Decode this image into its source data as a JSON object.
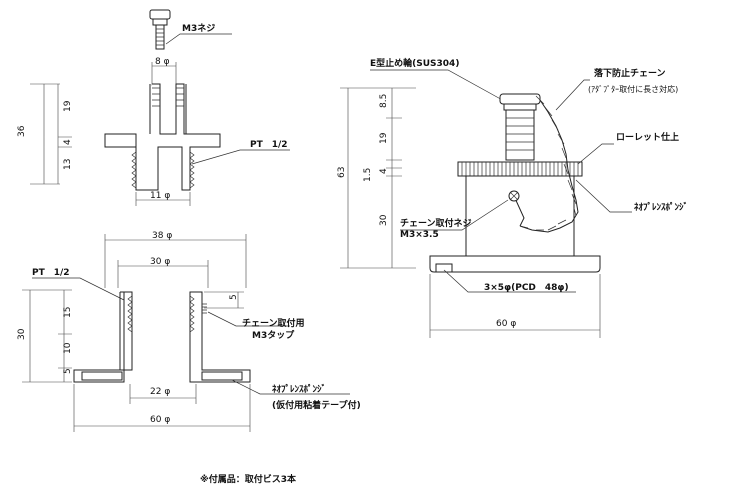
{
  "labels": {
    "m3_screw": "M3ネジ",
    "pt_top": "PT　1/2",
    "pt_left": "PT　1/2",
    "chain_tap": "チェーン取付用",
    "m3_tap": "M3タップ",
    "sponge": "ﾈｵﾌﾟﾚﾝｽﾎﾟﾝｼﾞ",
    "sponge_tape": "(仮付用粘着テープ付)",
    "e_ring": "E型止め輪(SUS304)",
    "chain_prevent": "落下防止チェーン",
    "chain_note": "(ｱﾀﾞﾌﾟﾀｰ取付に長さ対応)",
    "knurl": "ローレット仕上",
    "sponge_right": "ﾈｵﾌﾟﾚﾝｽﾎﾟﾝｼﾞ",
    "chain_screw": "チェーン取付ネジ",
    "chain_screw_size": "M3×3.5",
    "pcd": "3×5φ(PCD　48φ)",
    "accessory": "※付属品：取付ビス3本"
  },
  "dims": {
    "d8": "8 φ",
    "d19a": "19",
    "d36": "36",
    "d4a": "4",
    "d13": "13",
    "d11": "11 φ",
    "d38": "38 φ",
    "d30top": "30 φ",
    "d5": "5",
    "d15": "15",
    "d30left": "30",
    "d10": "10",
    "d5b": "5",
    "d22": "22 φ",
    "d60left": "60 φ",
    "d8_5": "8.5",
    "d19b": "19",
    "d63": "63",
    "d4b": "4",
    "d1_5": "1.5",
    "d30right": "30",
    "d60right": "60 φ"
  }
}
